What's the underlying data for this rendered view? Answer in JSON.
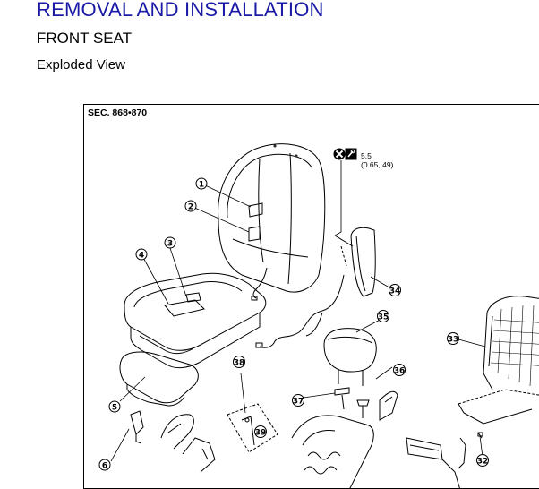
{
  "page": {
    "title": "REMOVAL AND INSTALLATION",
    "subtitle": "FRONT SEAT",
    "section_heading": "Exploded View"
  },
  "diagram": {
    "section_code": "SEC. 868•870",
    "torque_value": "5.5",
    "torque_units": "(0.65, 49)",
    "callouts": [
      "1",
      "2",
      "3",
      "4",
      "5",
      "6",
      "32",
      "33",
      "34",
      "35",
      "36",
      "37",
      "38",
      "39"
    ]
  },
  "colors": {
    "title": "#1a1aa6",
    "line": "#000000"
  }
}
